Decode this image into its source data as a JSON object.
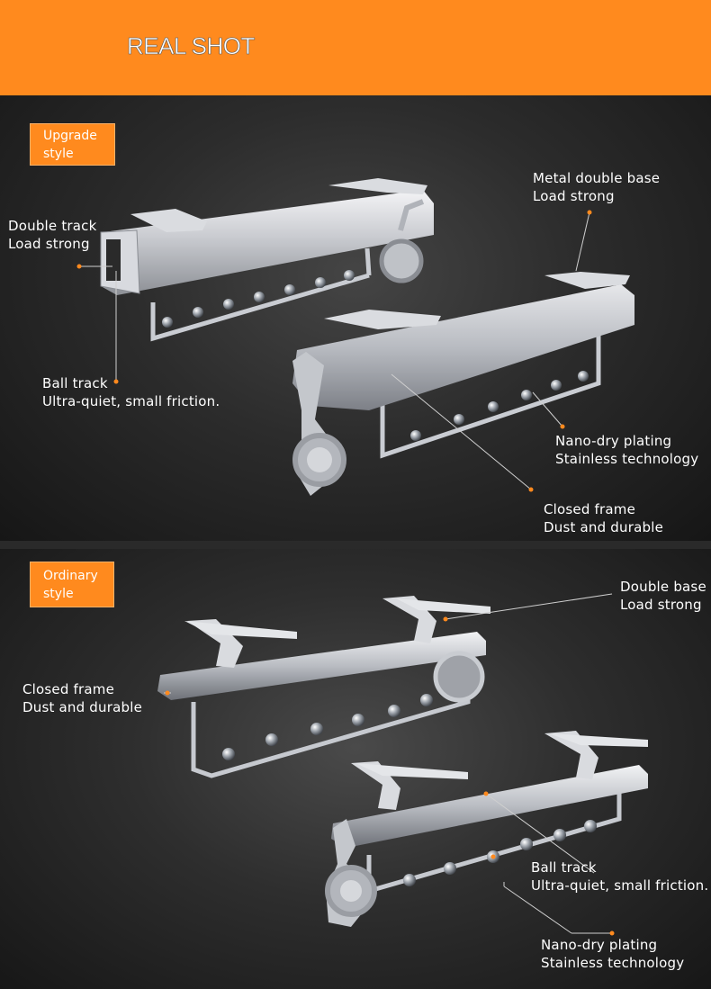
{
  "header": {
    "title": "REAL SHOT"
  },
  "upgrade": {
    "badge": [
      "Upgrade",
      "style"
    ],
    "labels": {
      "metal_base": [
        "Metal double base",
        "Load strong"
      ],
      "double_track": [
        "Double track",
        "Load strong"
      ],
      "ball_track": [
        "Ball track",
        "Ultra-quiet, small friction."
      ],
      "nano_plating": [
        "Nano-dry plating",
        "Stainless technology"
      ],
      "closed_frame": [
        "Closed frame",
        "Dust and durable"
      ]
    }
  },
  "ordinary": {
    "badge": [
      "Ordinary",
      "style"
    ],
    "labels": {
      "double_base": [
        "Double base",
        "Load strong"
      ],
      "closed_frame": [
        "Closed frame",
        "Dust and durable"
      ],
      "ball_track": [
        "Ball track",
        "Ultra-quiet, small friction."
      ],
      "nano_plating": [
        "Nano-dry plating",
        "Stainless technology"
      ]
    }
  },
  "colors": {
    "accent": "#ff8a1e",
    "callout_dot": "#ff8a1e",
    "text": "#ffffff"
  }
}
